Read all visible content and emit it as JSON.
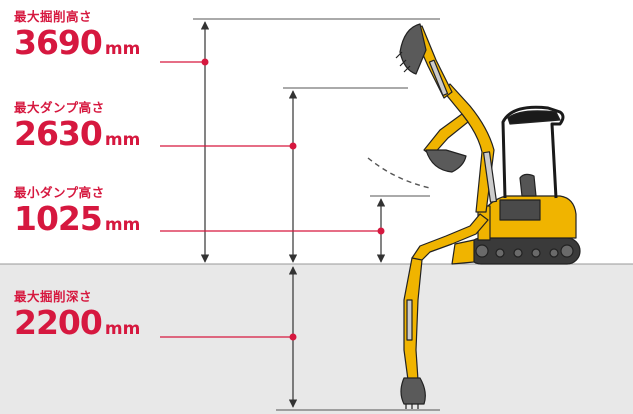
{
  "specs": [
    {
      "label": "最大掘削高さ",
      "value": "3690",
      "unit": "mm"
    },
    {
      "label": "最大ダンプ高さ",
      "value": "2630",
      "unit": "mm"
    },
    {
      "label": "最小ダンプ高さ",
      "value": "1025",
      "unit": "mm"
    },
    {
      "label": "最大掘削深さ",
      "value": "2200",
      "unit": "mm"
    }
  ],
  "colors": {
    "accent": "#d6183f",
    "machine_yellow": "#f0b400",
    "ground": "#e8e8e8",
    "dimension_line": "#333333"
  },
  "icons": [
    "excavator-illustration",
    "dimension-arrow",
    "red-dot-marker"
  ]
}
